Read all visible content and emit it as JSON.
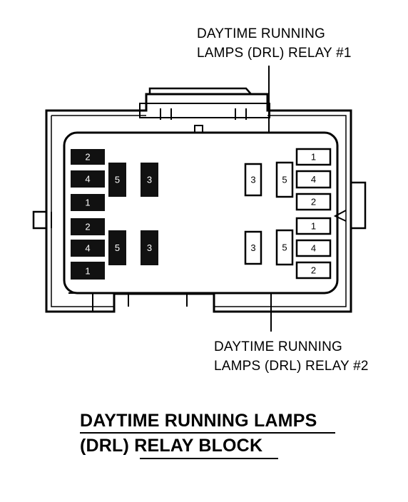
{
  "labels": {
    "relay1": [
      "DAYTIME RUNNING",
      "LAMPS (DRL) RELAY #1"
    ],
    "relay2": [
      "DAYTIME RUNNING",
      "LAMPS (DRL) RELAY #2"
    ]
  },
  "caption": {
    "line1": "DAYTIME RUNNING LAMPS",
    "line2_prefix": "(DRL) ",
    "line2_main": "RELAY BLOCK"
  },
  "left_column": [
    "2",
    "4",
    "1",
    "2",
    "4",
    "1"
  ],
  "left_relay_pins": [
    [
      "5",
      "3"
    ],
    [
      "5",
      "3"
    ]
  ],
  "right_relay_pins": [
    [
      "3",
      "5"
    ],
    [
      "3",
      "5"
    ]
  ],
  "right_column": [
    "1",
    "4",
    "2",
    "1",
    "4",
    "2"
  ]
}
